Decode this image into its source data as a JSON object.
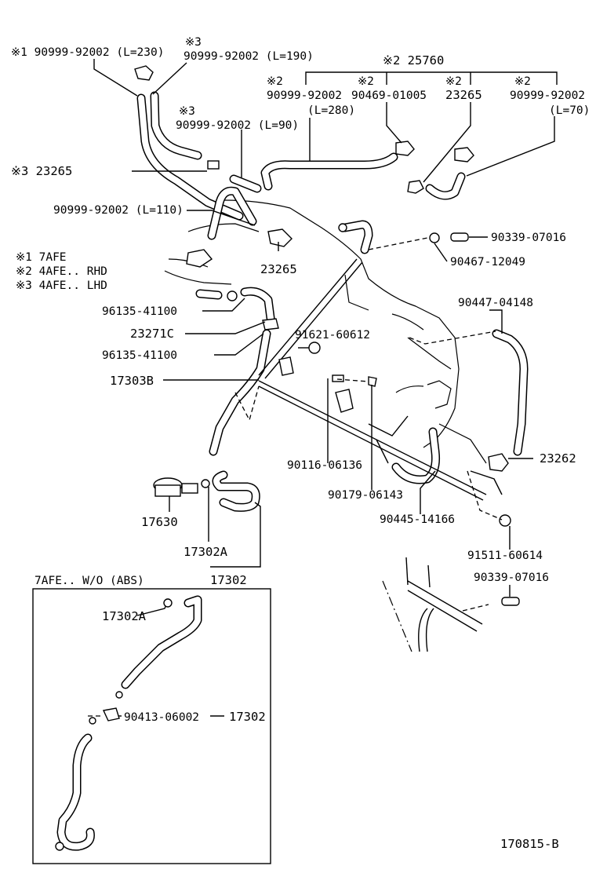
{
  "labels": {
    "l1": "※1 90999-92002 (L=230)",
    "l2a": "※3",
    "l2b": "90999-92002 (L=190)",
    "l3": "※2 25760",
    "l4a": "※2",
    "l4b": "90999-92002",
    "l4c": "(L=280)",
    "l5a": "※2",
    "l5b": "90469-01005",
    "l6a": "※2",
    "l6b": "23265",
    "l7a": "※2",
    "l7b": "90999-92002",
    "l7c": "(L=70)",
    "l8a": "※3",
    "l8b": "90999-92002 (L=90)",
    "l9": "※3 23265",
    "l10": "90999-92002 (L=110)",
    "l11": "90339-07016",
    "l12": "90467-12049",
    "l13": "23265",
    "l14": "96135-41100",
    "l15": "23271C",
    "l16": "96135-41100",
    "l17": "90447-04148",
    "l18": "91621-60612",
    "l19": "17303B",
    "l20": "90116-06136",
    "l21": "90179-06143",
    "l22": "23262",
    "l23": "90445-14166",
    "l24": "17630",
    "l25": "17302A",
    "l26": "17302",
    "l27": "91511-60614",
    "l28": "90339-07016",
    "l29": "17302A",
    "l30": "90413-06002",
    "l31": "17302"
  },
  "legend": {
    "line1": "※1 7AFE",
    "line2": "※2 4AFE.. RHD",
    "line3": "※3 4AFE.. LHD"
  },
  "inset": {
    "title": "7AFE.. W/O (ABS)"
  },
  "footer": {
    "code": "170815-B"
  }
}
